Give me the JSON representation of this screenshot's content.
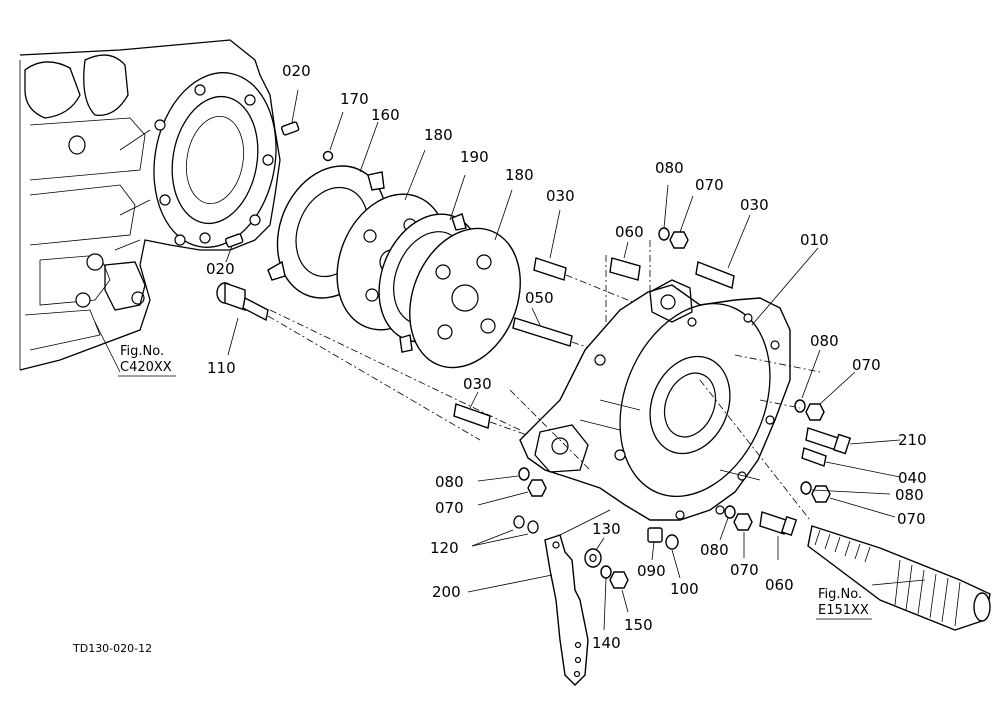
{
  "drawing_code": "TD130-020-12",
  "fig_refs": [
    {
      "line1": "Fig.No.",
      "line2": "C420XX"
    },
    {
      "line1": "Fig.No.",
      "line2": "E151XX"
    }
  ],
  "callouts": [
    "020",
    "170",
    "160",
    "180",
    "190",
    "180",
    "080",
    "070",
    "030",
    "030",
    "060",
    "010",
    "050",
    "020",
    "110",
    "080",
    "070",
    "030",
    "210",
    "040",
    "080",
    "070",
    "080",
    "070",
    "120",
    "130",
    "090",
    "100",
    "080",
    "070",
    "060",
    "200",
    "140",
    "150"
  ]
}
